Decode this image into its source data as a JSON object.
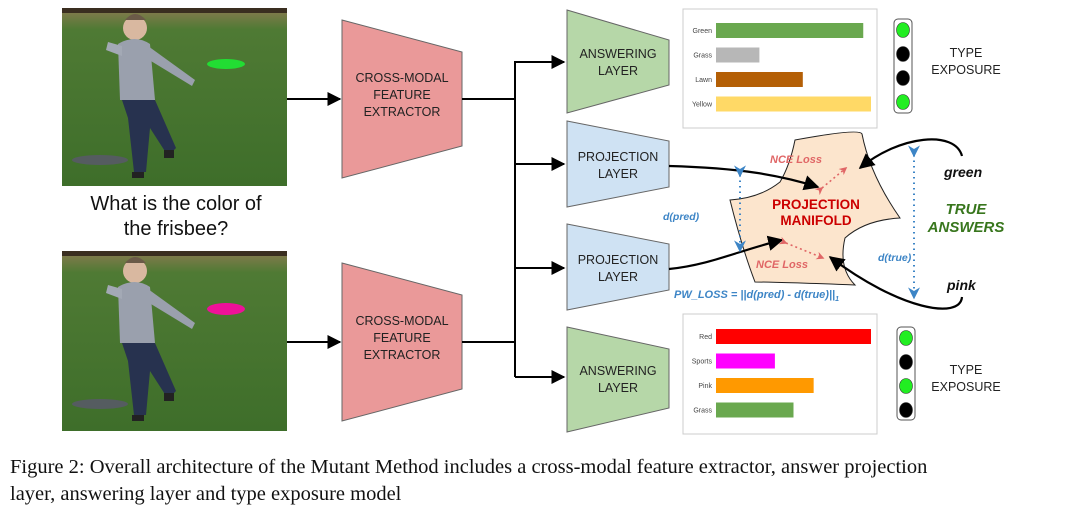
{
  "question": {
    "line1": "What is the color of",
    "line2": "the frisbee?"
  },
  "photos": [
    {
      "name": "original-image",
      "frisbee_color": "#22dd33"
    },
    {
      "name": "mutant-image",
      "frisbee_color": "#ee1199"
    }
  ],
  "extractors": [
    {
      "line1": "CROSS-MODAL",
      "line2": "FEATURE",
      "line3": "EXTRACTOR",
      "color": "#ea9999"
    },
    {
      "line1": "CROSS-MODAL",
      "line2": "FEATURE",
      "line3": "EXTRACTOR",
      "color": "#ea9999"
    }
  ],
  "answering_layers": [
    {
      "line1": "ANSWERING",
      "line2": "LAYER",
      "color": "#b6d7a8"
    },
    {
      "line1": "ANSWERING",
      "line2": "LAYER",
      "color": "#b6d7a8"
    }
  ],
  "projection_layers": [
    {
      "line1": "PROJECTION",
      "line2": "LAYER",
      "color": "#cfe2f3"
    },
    {
      "line1": "PROJECTION",
      "line2": "LAYER",
      "color": "#cfe2f3"
    }
  ],
  "manifold": {
    "line1": "PROJECTION",
    "line2": "MANIFOLD",
    "color": "#fce5cd"
  },
  "losses": {
    "nce_top": "NCE Loss",
    "nce_bottom": "NCE Loss",
    "d_pred": "d(pred)",
    "d_true": "d(true)",
    "pw_loss": "PW_LOSS =  ||d(pred) - d(true)||",
    "pw_loss_sub": "1"
  },
  "true_answers": {
    "label1": "TRUE",
    "label2": "ANSWERS",
    "top": "green",
    "bottom": "pink"
  },
  "type_exposure": [
    {
      "line1": "TYPE",
      "line2": "EXPOSURE",
      "lights": [
        "green",
        "black",
        "black",
        "green"
      ]
    },
    {
      "line1": "TYPE",
      "line2": "EXPOSURE",
      "lights": [
        "green",
        "black",
        "green",
        "black"
      ]
    }
  ],
  "chart_data": [
    {
      "type": "bar",
      "orientation": "horizontal",
      "title": "",
      "categories": [
        "Green",
        "Grass",
        "Lawn",
        "Yellow"
      ],
      "values": [
        0.95,
        0.28,
        0.56,
        1.0
      ],
      "colors": [
        "#6aa84f",
        "#b7b7b7",
        "#b45f06",
        "#ffd966"
      ],
      "xlim": [
        0,
        1
      ]
    },
    {
      "type": "bar",
      "orientation": "horizontal",
      "title": "",
      "categories": [
        "Red",
        "Sports",
        "Pink",
        "Grass"
      ],
      "values": [
        1.0,
        0.38,
        0.63,
        0.5
      ],
      "colors": [
        "#ff0000",
        "#ff00ff",
        "#ff9900",
        "#6aa84f"
      ],
      "xlim": [
        0,
        1
      ]
    }
  ],
  "caption": {
    "line1": "Figure 2: Overall architecture of the Mutant Method includes a cross-modal feature extractor, answer projection",
    "line2": "layer, answering layer and type exposure model"
  }
}
